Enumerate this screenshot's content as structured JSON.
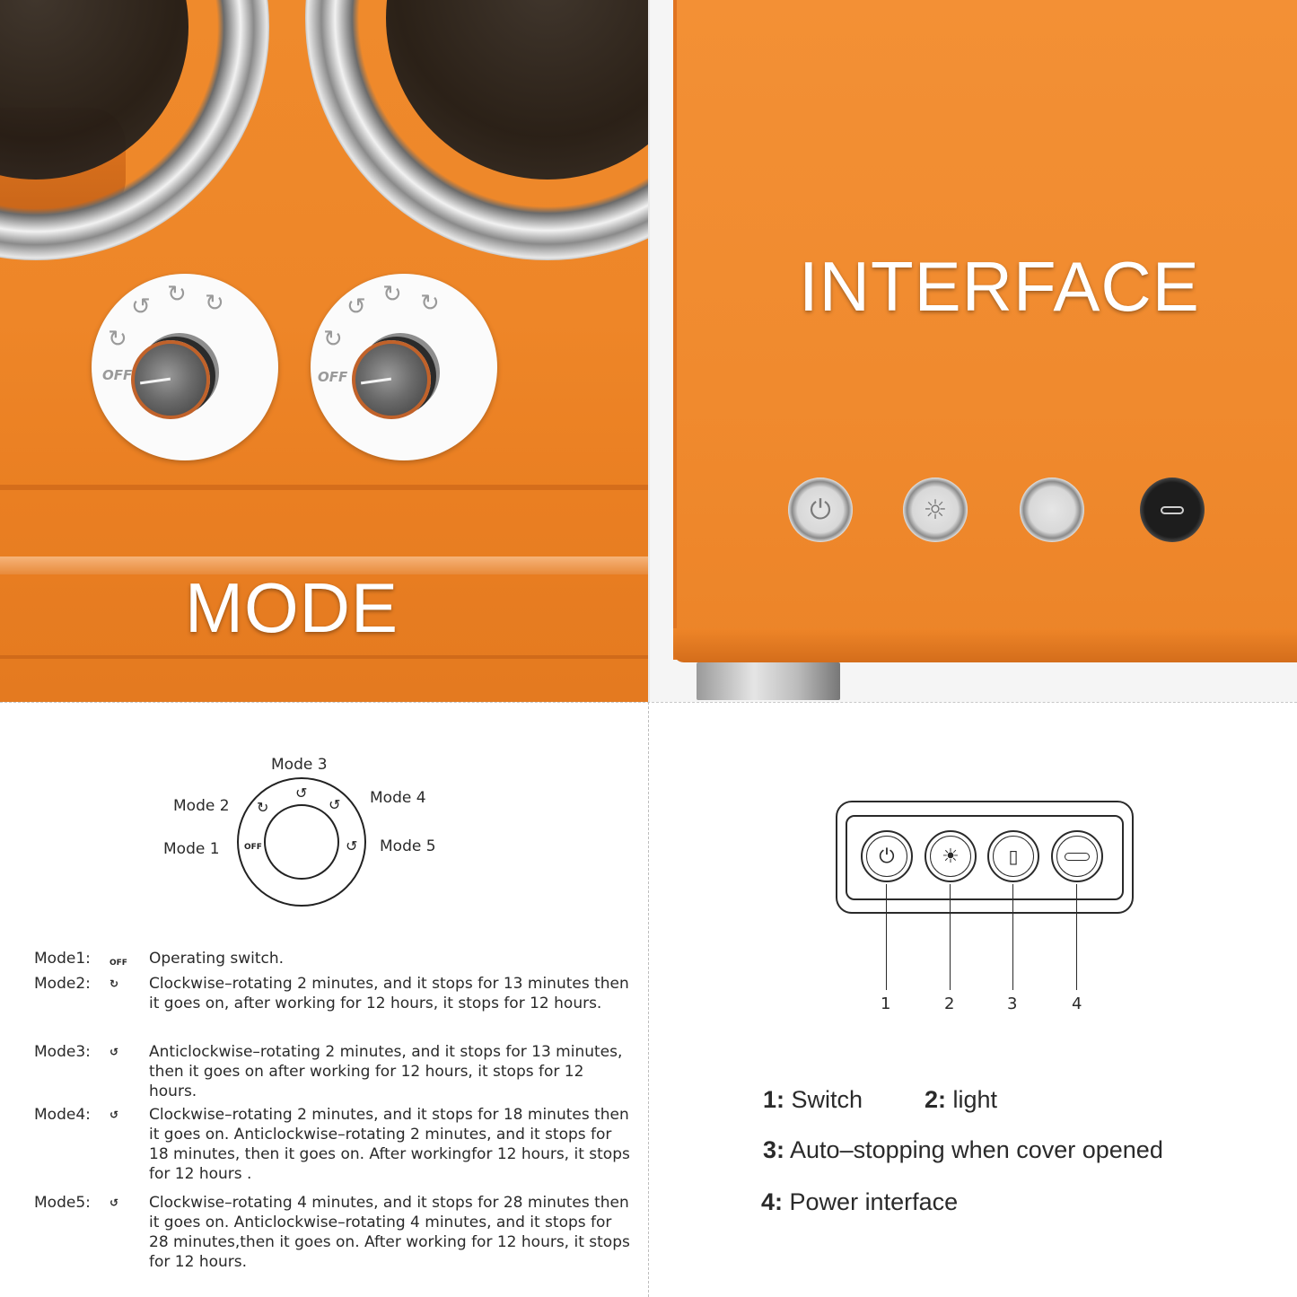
{
  "mode_photo": {
    "title": "MODE",
    "dial_off_label": "OFF",
    "dial_arrows": [
      "↻",
      "↺",
      "↻",
      "↻"
    ]
  },
  "interface_photo": {
    "title": "INTERFACE",
    "buttons": [
      {
        "icon": "power-icon",
        "glyph": "⏻"
      },
      {
        "icon": "light-icon",
        "glyph": "☼"
      },
      {
        "icon": "blank-button-icon",
        "glyph": ""
      },
      {
        "icon": "usb-c-port-icon",
        "glyph": ""
      }
    ]
  },
  "mode_diagram": {
    "labels": {
      "mode1": "Mode 1",
      "mode2": "Mode 2",
      "mode3": "Mode 3",
      "mode4": "Mode 4",
      "mode5": "Mode 5"
    },
    "off_mark": "OFF"
  },
  "modes": [
    {
      "name": "Mode1:",
      "icon": "OFF",
      "description": "Operating switch."
    },
    {
      "name": "Mode2:",
      "icon": "↻",
      "description": "Clockwise–rotating 2 minutes, and it stops for 13 minutes then it goes on, after working for 12 hours, it stops for 12 hours."
    },
    {
      "name": "Mode3:",
      "icon": "↺",
      "description": "Anticlockwise–rotating 2 minutes, and it stops for 13 minutes, then it goes on after working for 12 hours, it stops for 12 hours."
    },
    {
      "name": "Mode4:",
      "icon": "↺",
      "description": "Clockwise–rotating 2 minutes, and it stops for 18 minutes then it goes on. Anticlockwise–rotating 2 minutes, and it stops for 18 minutes, then it goes on. After workingfor 12 hours, it stops for 12 hours ."
    },
    {
      "name": "Mode5:",
      "icon": "↺",
      "description": "Clockwise–rotating 4 minutes, and it stops for 28 minutes then it goes on. Anticlockwise–rotating 4 minutes, and it stops for 28 minutes,then it goes on. After working for 12 hours, it stops for 12 hours."
    }
  ],
  "interface_diagram": {
    "numbers": [
      "1",
      "2",
      "3",
      "4"
    ],
    "legend": [
      {
        "num": "1:",
        "text": "Switch"
      },
      {
        "num": "2:",
        "text": "light"
      },
      {
        "num": "3:",
        "text": "Auto–stopping when cover opened"
      },
      {
        "num": "4:",
        "text": "Power interface"
      }
    ]
  }
}
